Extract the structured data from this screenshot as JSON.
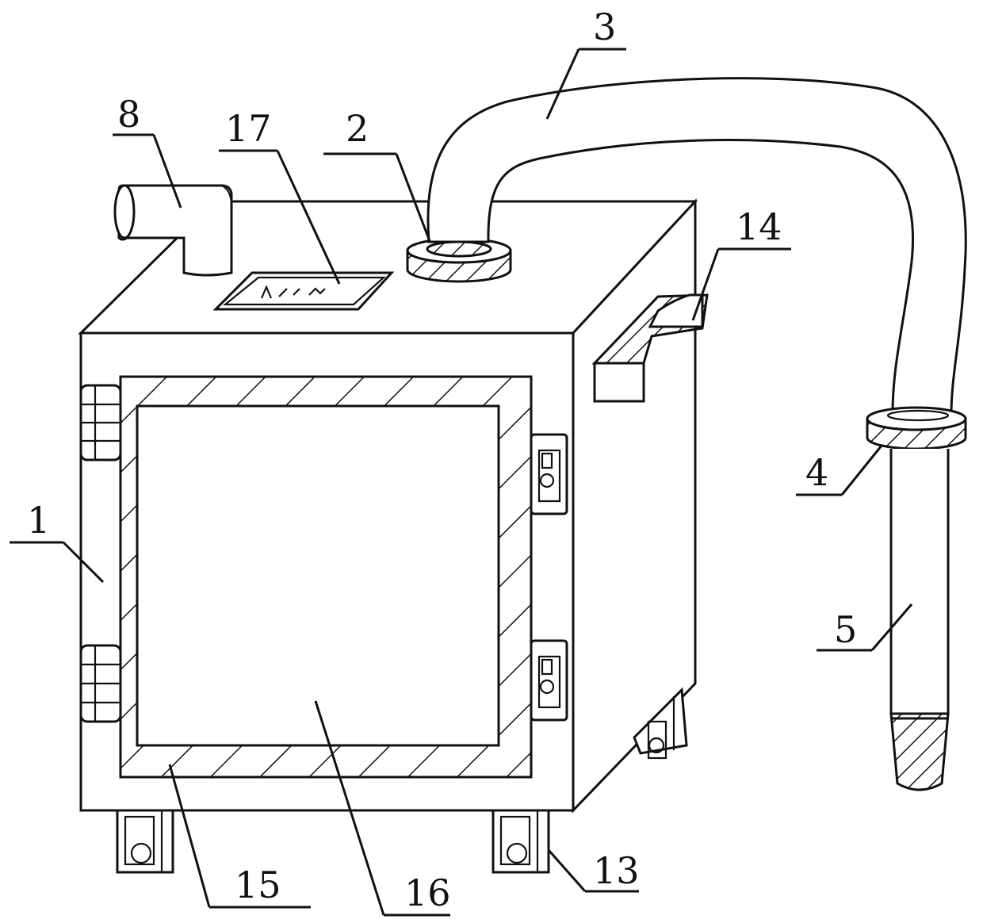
{
  "labels": {
    "housing": "1",
    "hose_connector": "2",
    "hose": "3",
    "clamp_ring": "4",
    "suction_tube": "5",
    "exhaust_elbow": "8",
    "wheel": "13",
    "handle": "14",
    "door_frame": "15",
    "door_panel": "16",
    "nameplate": "17"
  }
}
